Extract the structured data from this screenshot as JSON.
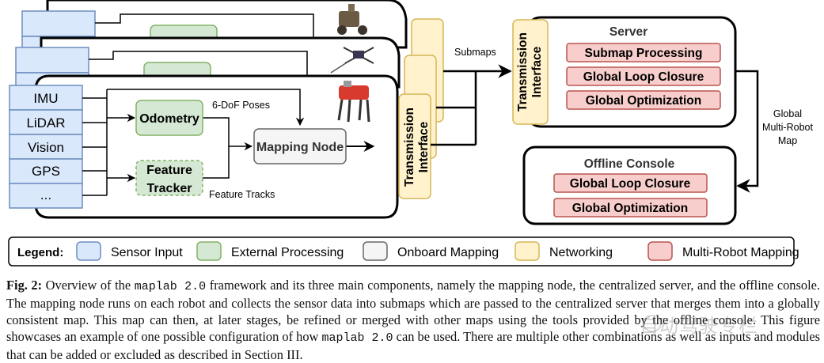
{
  "diagram": {
    "robots": [
      {
        "name": "wheeled-robot"
      },
      {
        "name": "drone"
      },
      {
        "name": "legged-robot"
      }
    ],
    "sensors": [
      "IMU",
      "LiDAR",
      "Vision",
      "GPS",
      "..."
    ],
    "nodes": {
      "odometry": "Odometry",
      "feature_tracker_line1": "Feature",
      "feature_tracker_line2": "Tracker",
      "mapping_node": "Mapping Node",
      "transmission_line1": "Transmission",
      "transmission_line2": "Interface"
    },
    "edge_labels": {
      "poses": "6-DoF Poses",
      "tracks": "Feature Tracks",
      "submaps": "Submaps",
      "global_map_line1": "Global",
      "global_map_line2": "Multi-Robot",
      "global_map_line3": "Map"
    },
    "server": {
      "title": "Server",
      "modules": [
        "Submap Processing",
        "Global Loop Closure",
        "Global Optimization"
      ]
    },
    "offline_console": {
      "title": "Offline Console",
      "modules": [
        "Global Loop Closure",
        "Global Optimization"
      ]
    },
    "legend": {
      "title": "Legend:",
      "items": [
        {
          "label": "Sensor Input",
          "fill": "#dae8fc",
          "stroke": "#6c8ebf"
        },
        {
          "label": "External Processing",
          "fill": "#d5e8d4",
          "stroke": "#82b366"
        },
        {
          "label": "Onboard Mapping",
          "fill": "#f5f5f5",
          "stroke": "#666666"
        },
        {
          "label": "Networking",
          "fill": "#fff2cc",
          "stroke": "#d6b656"
        },
        {
          "label": "Multi-Robot Mapping",
          "fill": "#f8cecc",
          "stroke": "#b85450"
        }
      ]
    },
    "colors": {
      "sensor_fill": "#dae8fc",
      "sensor_stroke": "#6c8ebf",
      "ext_fill": "#d5e8d4",
      "ext_stroke": "#82b366",
      "map_fill": "#f5f5f5",
      "map_stroke": "#666666",
      "net_fill": "#fff2cc",
      "net_stroke": "#d6b656",
      "multi_fill": "#f8cecc",
      "multi_stroke": "#b85450"
    }
  },
  "caption": {
    "label": "Fig. 2:",
    "part1": " Overview of the ",
    "code1": "maplab 2.0",
    "part2": " framework and its three main components, namely the mapping node, the centralized server, and the offline console. The mapping node runs on each robot and collects the sensor data into submaps which are passed to the centralized server that merges them into a globally consistent map. This map can then, at later stages, be refined or merged with other maps using the tools provided by the offline console. This figure showcases an example of one possible configuration of how ",
    "code2": "maplab 2.0",
    "part3": " can be used. There are multiple other combinations as well as inputs and modules that can be added or excluded as described in Section III."
  },
  "watermark": "自动驾驶专栏"
}
